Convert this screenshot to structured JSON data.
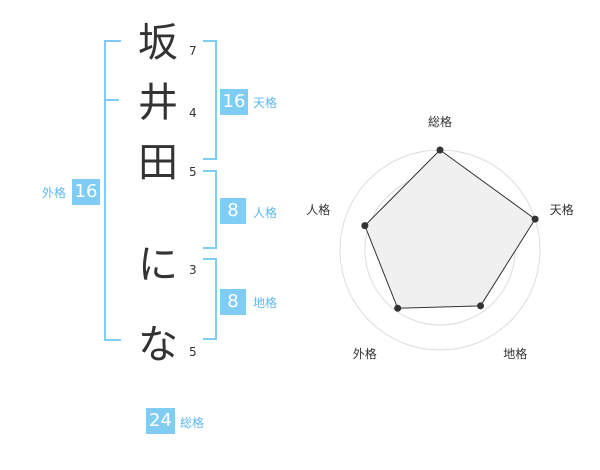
{
  "name": {
    "characters": [
      {
        "char": "坂",
        "strokes": "7"
      },
      {
        "char": "井",
        "strokes": "4"
      },
      {
        "char": "田",
        "strokes": "5"
      },
      {
        "char": "に",
        "strokes": "3"
      },
      {
        "char": "な",
        "strokes": "5"
      }
    ]
  },
  "fortune": {
    "tenkaku": {
      "value": "16",
      "label": "天格"
    },
    "jinkaku": {
      "value": "8",
      "label": "人格"
    },
    "chikaku": {
      "value": "8",
      "label": "地格"
    },
    "gaikaku": {
      "value": "16",
      "label": "外格"
    },
    "soukaku": {
      "value": "24",
      "label": "総格"
    }
  },
  "chart_data": {
    "type": "radar",
    "axes": [
      "総格",
      "天格",
      "地格",
      "外格",
      "人格"
    ],
    "values": [
      1.0,
      1.0,
      0.69,
      0.72,
      0.79
    ],
    "rings": 4,
    "colors": {
      "fill": "#f0f0f0",
      "line": "#333333",
      "grid": "#dddddd"
    }
  },
  "colors": {
    "accent": "#7fcdf5",
    "accent_text": "#5bb8ee"
  }
}
